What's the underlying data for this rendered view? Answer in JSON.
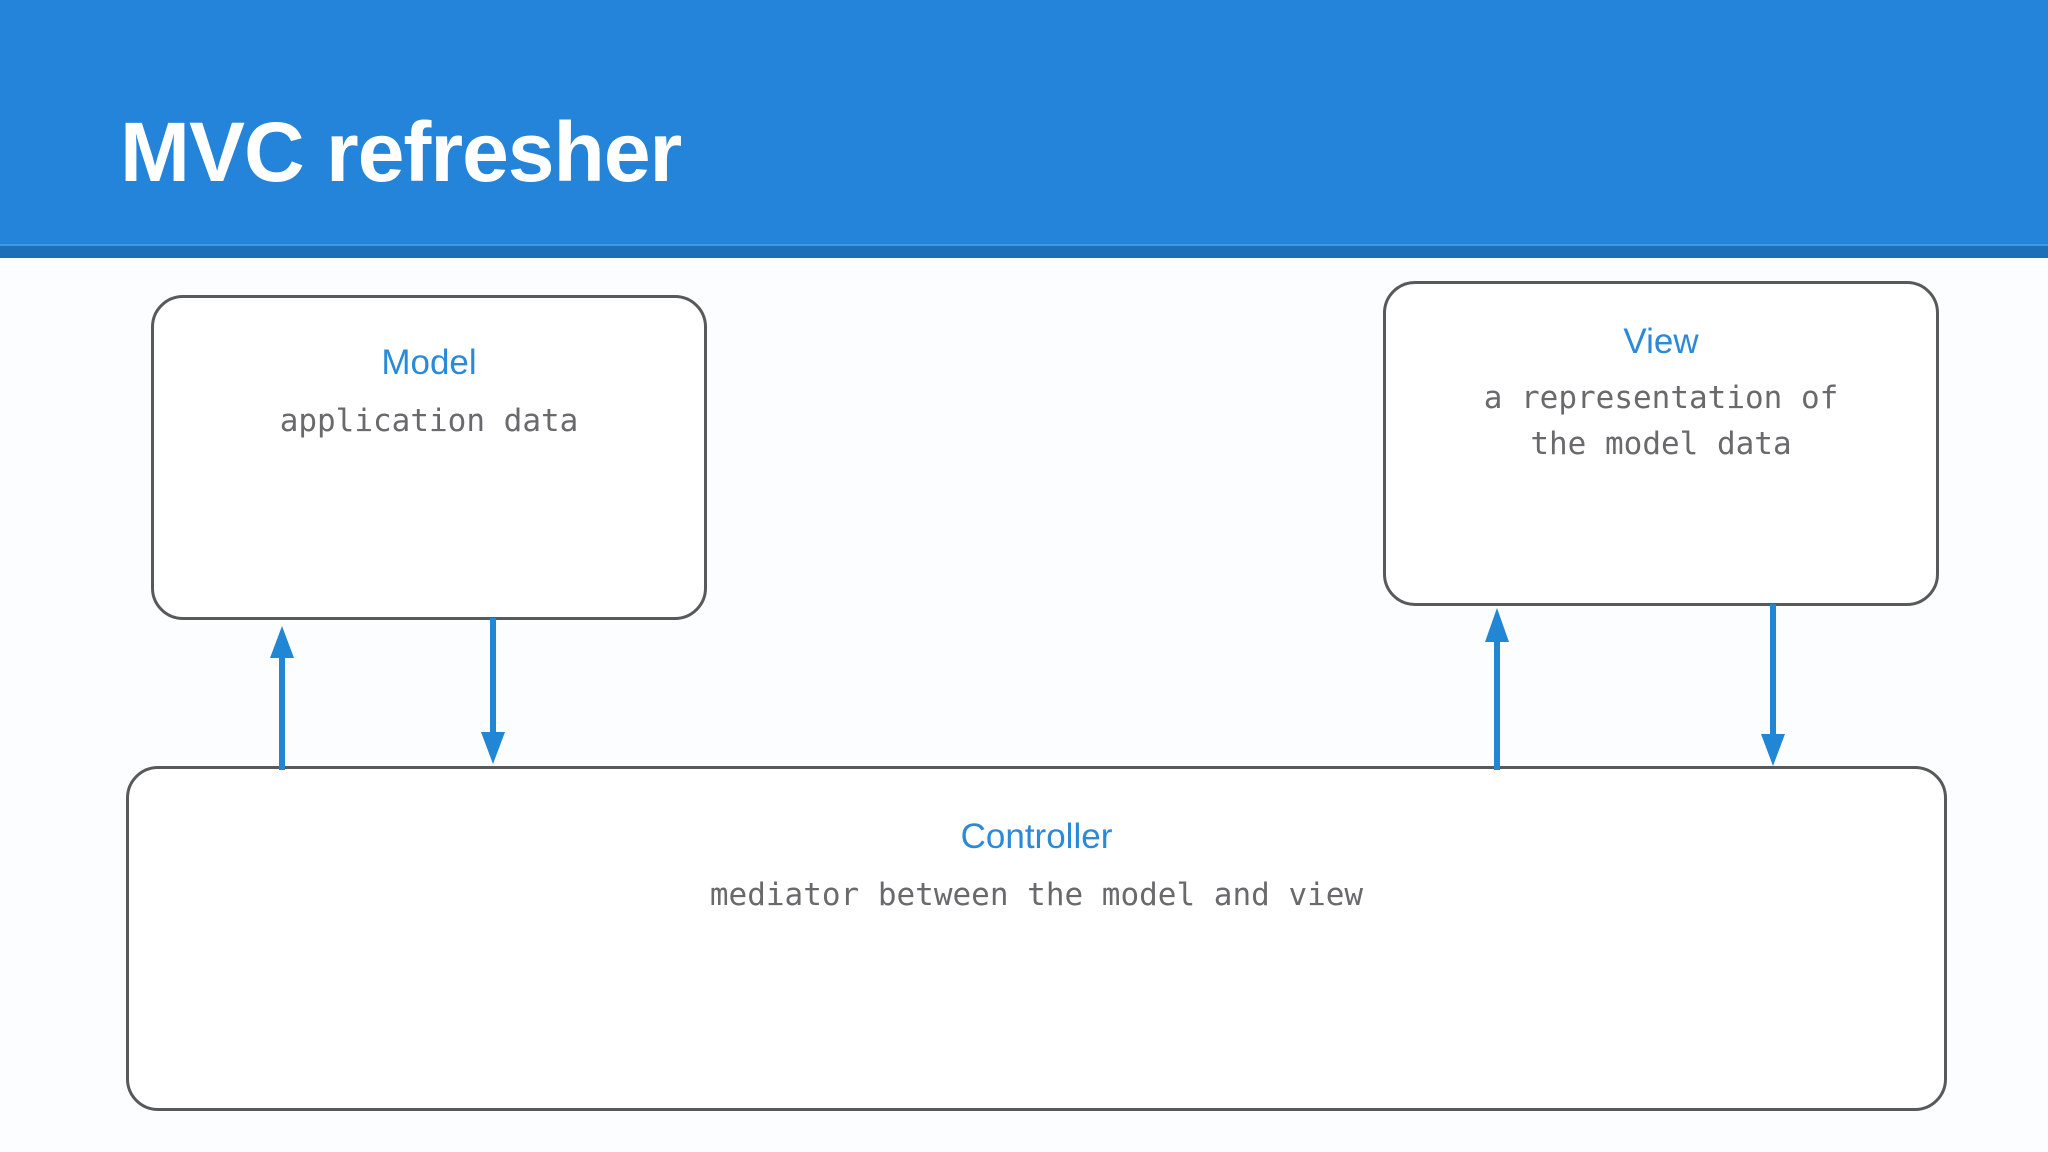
{
  "header": {
    "title": "MVC refresher",
    "background_color": "#2484d9",
    "underline_color": "#1d70b7",
    "title_color": "#ffffff"
  },
  "theme": {
    "page_background": "#fcfdfe",
    "box_border_color": "#58595b",
    "box_fill_color": "#ffffff",
    "node_title_color": "#2b8ad8",
    "node_text_color": "#6a6a6e",
    "arrow_color": "#2186d4"
  },
  "diagram": {
    "nodes": [
      {
        "id": "model",
        "title": "Model",
        "description": "application data",
        "description_lines": [
          "application data"
        ]
      },
      {
        "id": "view",
        "title": "View",
        "description": "a representation of the model data",
        "description_lines": [
          "a representation of",
          "the model data"
        ]
      },
      {
        "id": "controller",
        "title": "Controller",
        "description": "mediator between the model and view",
        "description_lines": [
          "mediator between the model and view"
        ]
      }
    ],
    "edges": [
      {
        "id": "controller-to-model",
        "from": "controller",
        "to": "model",
        "direction": "up"
      },
      {
        "id": "model-to-controller",
        "from": "model",
        "to": "controller",
        "direction": "down"
      },
      {
        "id": "controller-to-view",
        "from": "controller",
        "to": "view",
        "direction": "up"
      },
      {
        "id": "view-to-controller",
        "from": "view",
        "to": "controller",
        "direction": "down"
      }
    ]
  }
}
